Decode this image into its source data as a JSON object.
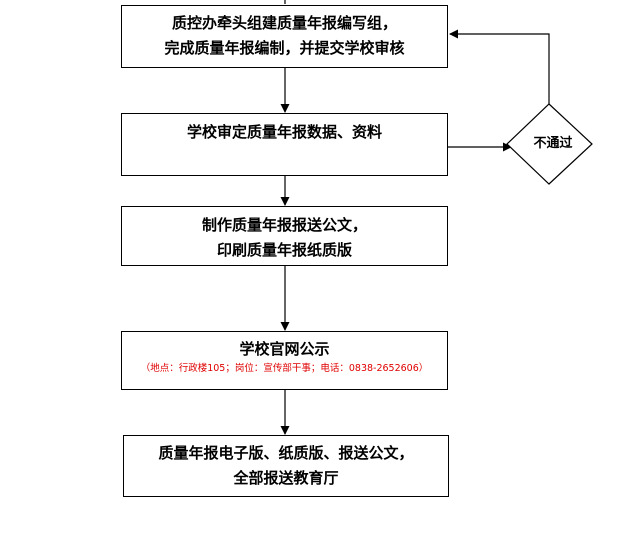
{
  "flowchart": {
    "step1": {
      "line1": "质控办牵头组建质量年报编写组，",
      "line2": "完成质量年报编制，并提交学校审核"
    },
    "step2": {
      "line1": "学校审定质量年报数据、资料"
    },
    "step3": {
      "line1": "制作质量年报报送公文，",
      "line2": "印刷质量年报纸质版"
    },
    "step4": {
      "line1": "学校官网公示",
      "note": "（地点：行政楼105；岗位：宣传部干事；电话：0838-2652606）"
    },
    "step5": {
      "line1": "质量年报电子版、纸质版、报送公文，",
      "line2": "全部报送教育厅"
    },
    "decision": {
      "label": "不通过"
    }
  },
  "colors": {
    "line": "#000000",
    "note_text": "#e00000"
  }
}
